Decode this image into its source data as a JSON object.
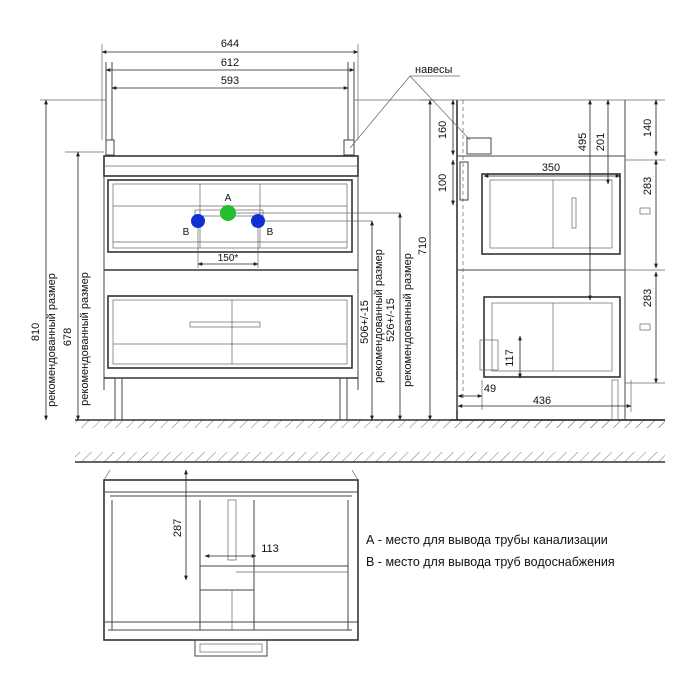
{
  "dimensions": {
    "total_width": "644",
    "inner_width": "612",
    "top_width": "593",
    "pipe_spacing": "150*",
    "total_height": "810",
    "recommended_height_678": "678",
    "recommended_label_1": "рекомендованный размер",
    "recommended_label_2": "рекомендованный размер",
    "recommended_label_3": "рекомендованный размер",
    "recommended_label_4": "рекомендованный размер",
    "height_506": "506+/-15",
    "height_526": "526+/-15",
    "height_710": "710"
  },
  "side_view": {
    "hinges_label": "навесы",
    "dim_160": "160",
    "dim_100": "100",
    "dim_495": "495",
    "dim_201": "201",
    "dim_140": "140",
    "dim_350": "350",
    "dim_283_top": "283",
    "dim_283_bottom": "283",
    "dim_117": "117",
    "dim_49": "49",
    "dim_436": "436"
  },
  "markers": {
    "a_label": "A",
    "b_left_label": "B",
    "b_right_label": "B",
    "a_color": "#22c02a",
    "b_color": "#1030d0"
  },
  "plan_view": {
    "dim_287": "287",
    "dim_113": "113"
  },
  "legend": {
    "a_text": "А - место для вывода трубы канализации",
    "b_text": "В - место для вывода труб водоснабжения"
  }
}
